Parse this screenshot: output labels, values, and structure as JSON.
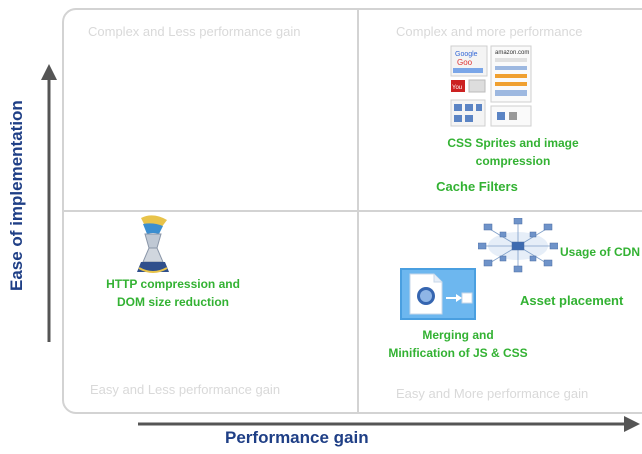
{
  "axes": {
    "y_label": "Ease of implementation",
    "x_label": "Performance gain",
    "color": "#1f3f86"
  },
  "quadrants": {
    "top_left": "Complex and Less performance  gain",
    "top_right": "Complex and  more  performance",
    "bottom_left": "Easy and Less performance  gain",
    "bottom_right": "Easy and More performance  gain"
  },
  "items": {
    "css_sprites": "CSS Sprites and image\ncompression",
    "cache_filters": "Cache Filters",
    "http_compression": "HTTP  compression and\nDOM size reduction",
    "usage_of_cdn": "Usage of CDN",
    "asset_placement": "Asset  placement",
    "merging": "Merging and\nMinification  of JS & CSS"
  },
  "icons": {
    "sprites": "sprite-sheet-icon",
    "compression": "compression-press-icon",
    "cdn": "network-nodes-icon",
    "asset": "file-document-icon"
  },
  "colors": {
    "item_text": "#33b233",
    "quadrant_text": "#d9d9d9",
    "grid": "#d3d3d3"
  }
}
